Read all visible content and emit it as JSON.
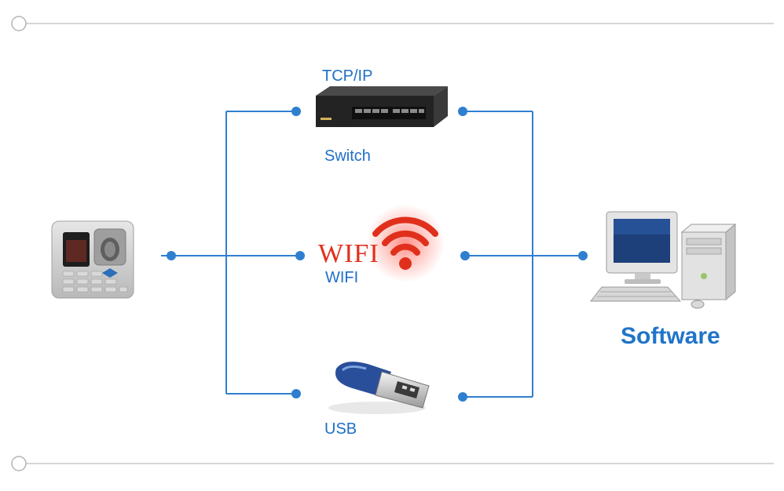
{
  "colors": {
    "line": "#2f7fd0",
    "label": "#1f6fc6",
    "software": "#1f74c8",
    "wifi_red": "#e0301c",
    "frame_line": "#c9c9c9"
  },
  "labels": {
    "tcpip": "TCP/IP",
    "switch": "Switch",
    "wifi_logo": "WIFI",
    "wifi": "WIFI",
    "usb": "USB",
    "software": "Software"
  },
  "icons": {
    "device": "fingerprint-terminal-icon",
    "switch": "network-switch-icon",
    "wifi": "wifi-signal-icon",
    "usb": "usb-cable-icon",
    "computer": "desktop-computer-icon"
  }
}
